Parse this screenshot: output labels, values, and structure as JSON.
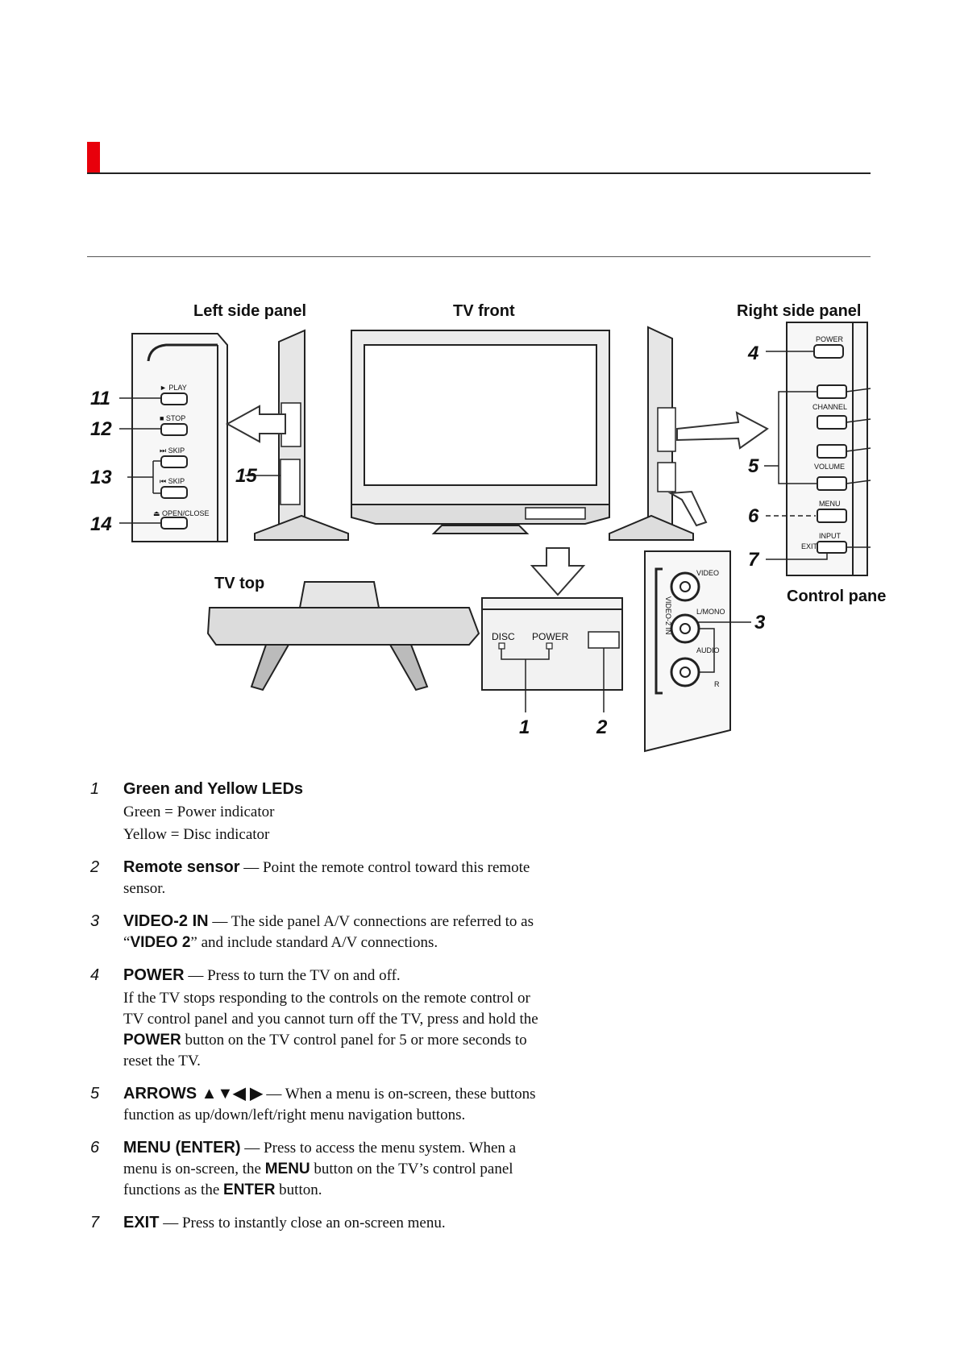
{
  "figure": {
    "left_side_panel_title": "Left side panel",
    "tv_front_title": "TV front",
    "right_side_panel_title": "Right side panel",
    "tv_top_title": "TV top",
    "control_panel_title": "Control pane",
    "left_buttons": [
      {
        "num": "11",
        "label": "► PLAY"
      },
      {
        "num": "12",
        "label": "■ STOP"
      },
      {
        "num": "13",
        "label": "⏭ SKIP"
      },
      {
        "num": "",
        "label": "⏮ SKIP"
      },
      {
        "num": "14",
        "label": "⏏ OPEN/CLOSE"
      }
    ],
    "side_num_15": "15",
    "control_labels": {
      "power": "POWER",
      "channel": "CHANNEL",
      "volume": "VOLUME",
      "menu": "MENU",
      "input": "INPUT",
      "exit": "EXIT"
    },
    "control_nums": {
      "n4": "4",
      "n5": "5",
      "n6": "6",
      "n7": "7"
    },
    "front_indicator": {
      "disc": "DISC",
      "power": "POWER",
      "n1": "1",
      "n2": "2"
    },
    "av_panel": {
      "video": "VIDEO",
      "lmono": "L/MONO",
      "audio": "AUDIO",
      "r": "R",
      "side": "VIDEO-2 IN",
      "n3": "3"
    }
  },
  "items": [
    {
      "num": "1",
      "title": "Green and Yellow LEDs",
      "lines": [
        "Green = Power indicator",
        "Yellow = Disc indicator"
      ]
    },
    {
      "num": "2",
      "title": "Remote sensor",
      "text": " — Point the remote control toward this remote sensor."
    },
    {
      "num": "3",
      "title": "VIDEO-2 IN",
      "text_a": " — The side panel A/V connections are referred to as “",
      "bold": "VIDEO 2",
      "text_b": "” and include standard A/V connections."
    },
    {
      "num": "4",
      "title": "POWER",
      "text": " — Press to turn the TV on and off.",
      "p2_a": "If the TV stops responding to the controls on the remote control or TV control panel and you cannot turn off the TV, press and hold the ",
      "p2_bold": "POWER",
      "p2_b": " button on the TV control panel for 5 or more seconds to reset the TV."
    },
    {
      "num": "5",
      "title": "ARROWS ▲▼◀ ▶",
      "text": " — When a menu is on-screen, these buttons function as up/down/left/right menu navigation buttons."
    },
    {
      "num": "6",
      "title": "MENU (ENTER)",
      "text_a": " — Press to access the menu system. When a menu is on-screen, the ",
      "bold1": "MENU",
      "text_b": " button on the TV’s control panel functions as the ",
      "bold2": "ENTER",
      "text_c": " button."
    },
    {
      "num": "7",
      "title": "EXIT",
      "text": " — Press to instantly close an on-screen menu."
    }
  ]
}
